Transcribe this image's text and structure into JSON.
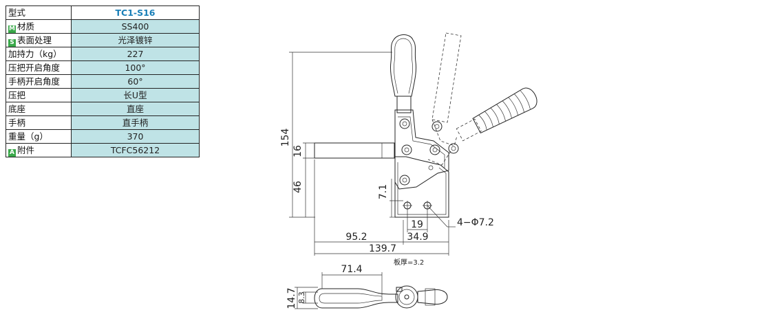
{
  "spec": {
    "rows": [
      {
        "label": "型式",
        "badge": "",
        "badge_color": "",
        "value": "TC1-S16"
      },
      {
        "label": "材质",
        "badge": "M",
        "badge_color": "#3aa84a",
        "value": "SS400"
      },
      {
        "label": "表面处理",
        "badge": "S",
        "badge_color": "#3aa84a",
        "value": "光泽镀锌"
      },
      {
        "label": "加持力（kg）",
        "badge": "",
        "badge_color": "",
        "value": "227"
      },
      {
        "label": "压把开启角度",
        "badge": "",
        "badge_color": "",
        "value": "100°"
      },
      {
        "label": "手柄开启角度",
        "badge": "",
        "badge_color": "",
        "value": "60°"
      },
      {
        "label": "压把",
        "badge": "",
        "badge_color": "",
        "value": "长U型"
      },
      {
        "label": "底座",
        "badge": "",
        "badge_color": "",
        "value": "直座"
      },
      {
        "label": "手柄",
        "badge": "",
        "badge_color": "",
        "value": "直手柄"
      },
      {
        "label": "重量（g）",
        "badge": "",
        "badge_color": "",
        "value": "370"
      },
      {
        "label": "附件",
        "badge": "A",
        "badge_color": "#3aa84a",
        "value": "TCFC56212"
      }
    ]
  },
  "drawing": {
    "dim_154": "154",
    "dim_16": "16",
    "dim_46": "46",
    "dim_7_1": "7.1",
    "dim_19": "19",
    "dim_34_9": "34.9",
    "dim_95_2": "95.2",
    "dim_139_7": "139.7",
    "dim_hole": "4−Φ7.2",
    "plate_note": "板厚=3.2",
    "dim_71_4": "71.4",
    "dim_14_7": "14.7",
    "dim_8_3": "8.3"
  }
}
